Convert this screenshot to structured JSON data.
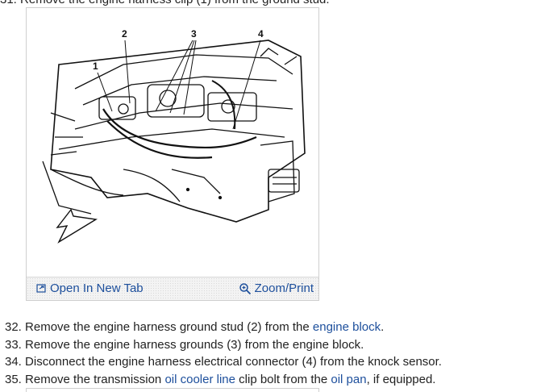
{
  "top_text": "31. Remove the engine harness clip (1) from the ground stud.",
  "figure": {
    "callouts": [
      "2",
      "3",
      "1",
      "4"
    ],
    "open_tab_label": "Open In New Tab",
    "zoom_label": "Zoom/Print"
  },
  "steps": [
    {
      "number": "32.",
      "pre": "Remove the engine harness ground stud (2) from the ",
      "link1": "engine block",
      "mid": ".",
      "link2": "",
      "post": ""
    },
    {
      "number": "33.",
      "pre": "Remove the engine harness grounds (3) from the engine block.",
      "link1": "",
      "mid": "",
      "link2": "",
      "post": ""
    },
    {
      "number": "34.",
      "pre": "Disconnect the engine harness electrical connector (4) from the knock sensor.",
      "link1": "",
      "mid": "",
      "link2": "",
      "post": ""
    },
    {
      "number": "35.",
      "pre": "Remove the transmission ",
      "link1": "oil cooler line",
      "mid": " clip bolt from the ",
      "link2": "oil pan",
      "post": ", if equipped."
    }
  ],
  "colors": {
    "link": "#1d4f9c",
    "text": "#222222",
    "border": "#cfcfcf"
  }
}
